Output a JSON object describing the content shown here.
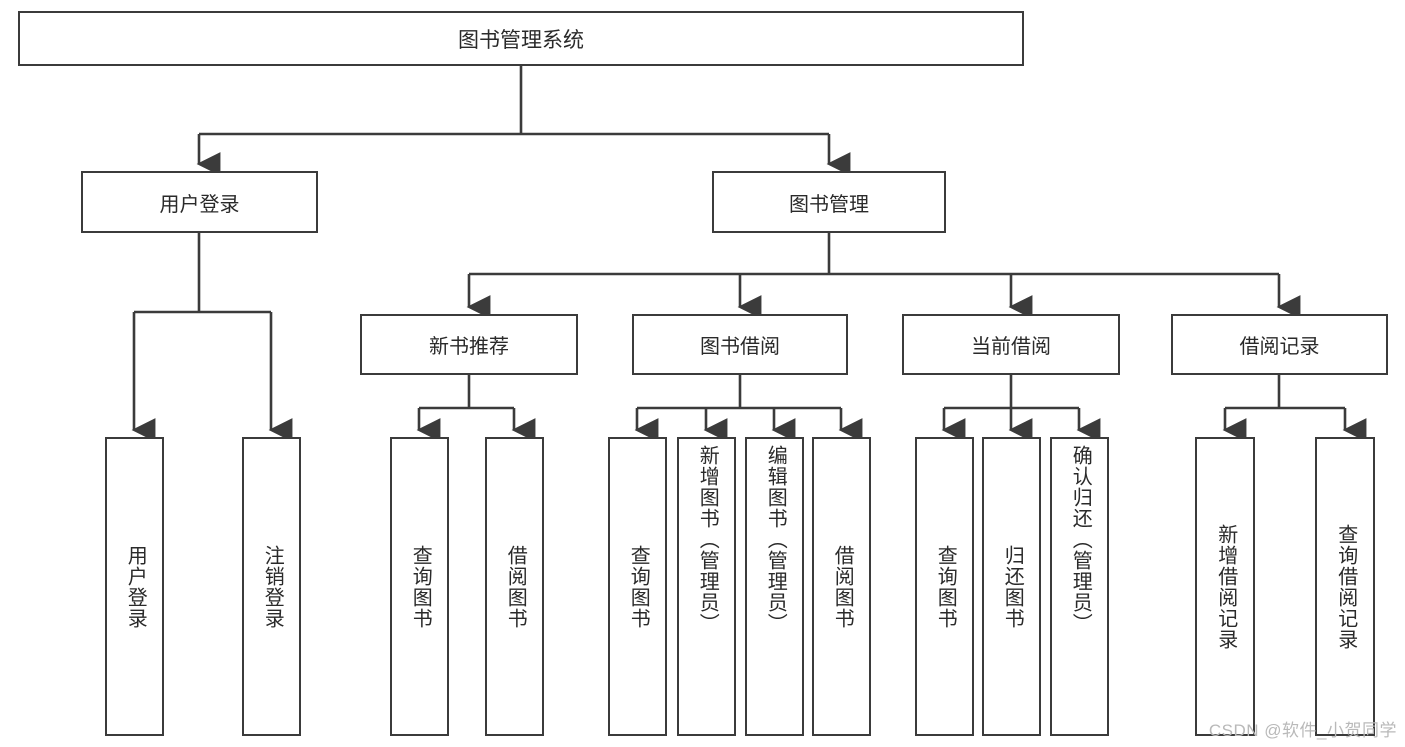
{
  "diagram": {
    "title": "图书管理系统",
    "type": "tree-hierarchy-diagram",
    "colors": {
      "stroke": "#3b3b3b",
      "fill": "#ffffff",
      "text": "#2a2a2a",
      "watermark": "#b9b9b9"
    },
    "root": {
      "label": "图书管理系统"
    },
    "level1": [
      {
        "label": "用户登录"
      },
      {
        "label": "图书管理"
      }
    ],
    "level2": [
      {
        "label": "新书推荐"
      },
      {
        "label": "图书借阅"
      },
      {
        "label": "当前借阅"
      },
      {
        "label": "借阅记录"
      }
    ],
    "leaves": {
      "user_login": [
        {
          "label": "用户登录"
        },
        {
          "label": "注销登录"
        }
      ],
      "new_book_recommend": [
        {
          "label": "查询图书"
        },
        {
          "label": "借阅图书"
        }
      ],
      "book_borrow": [
        {
          "label": "查询图书"
        },
        {
          "label": "新增图书（管理员）"
        },
        {
          "label": "编辑图书（管理员）"
        },
        {
          "label": "借阅图书"
        }
      ],
      "current_borrow": [
        {
          "label": "查询图书"
        },
        {
          "label": "归还图书"
        },
        {
          "label": "确认归还（管理员）"
        }
      ],
      "borrow_record": [
        {
          "label": "新增借阅记录"
        },
        {
          "label": "查询借阅记录"
        }
      ]
    }
  },
  "watermark": {
    "text": "CSDN @软件_小贺同学"
  }
}
